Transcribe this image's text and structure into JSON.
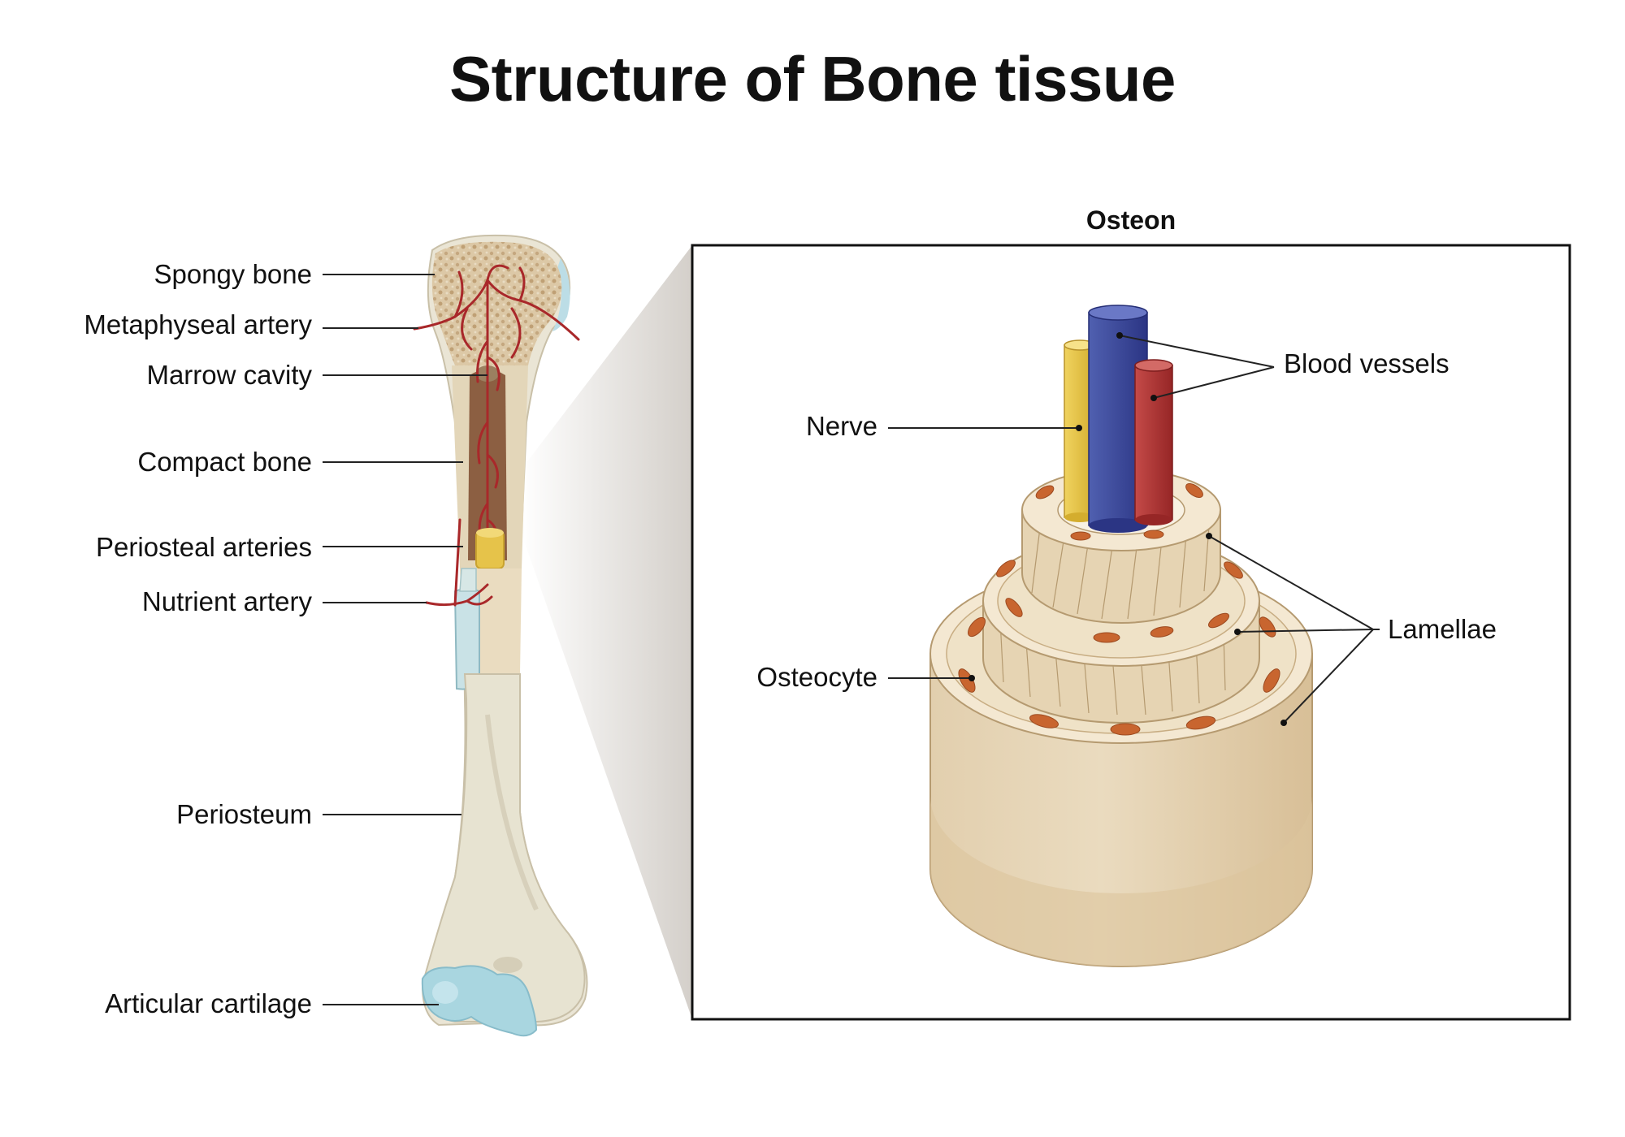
{
  "title": "Structure of Bone tissue",
  "bone_labels": {
    "spongy_bone": "Spongy bone",
    "metaphyseal_artery": "Metaphyseal artery",
    "marrow_cavity": "Marrow cavity",
    "compact_bone": "Compact bone",
    "periosteal_arteries": "Periosteal arteries",
    "nutrient_artery": "Nutrient artery",
    "periosteum": "Periosteum",
    "articular_cartilage": "Articular cartilage"
  },
  "osteon": {
    "heading": "Osteon",
    "labels": {
      "blood_vessels": "Blood vessels",
      "nerve": "Nerve",
      "lamellae": "Lamellae",
      "osteocyte": "Osteocyte"
    }
  },
  "colors": {
    "bone": "#efe8d8",
    "spongy": "#d9c3a2",
    "marrow": "#8a5a3c",
    "artery": "#b02a2a",
    "cartilage": "#a9d6e0",
    "nerve": "#e8c64a",
    "vein": "#3d4a9e",
    "lamella": "#e9d7b6",
    "osteocyte": "#c8652f"
  }
}
